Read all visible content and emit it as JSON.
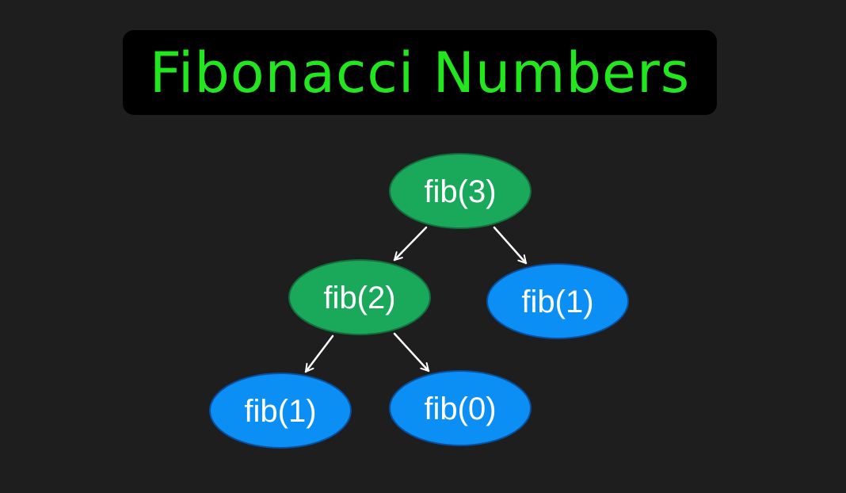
{
  "title": "Fibonacci Numbers",
  "colors": {
    "background": "#1e1e1e",
    "title_box": "#000000",
    "title_text": "#22e61e",
    "internal_node": "#1aa85a",
    "leaf_node": "#0b8ff5",
    "edge": "#ffffff"
  },
  "tree": {
    "nodes": [
      {
        "id": "n3",
        "label": "fib(3)",
        "kind": "internal"
      },
      {
        "id": "n2",
        "label": "fib(2)",
        "kind": "internal"
      },
      {
        "id": "n1a",
        "label": "fib(1)",
        "kind": "leaf"
      },
      {
        "id": "n1b",
        "label": "fib(1)",
        "kind": "leaf"
      },
      {
        "id": "n0",
        "label": "fib(0)",
        "kind": "leaf"
      }
    ],
    "edges": [
      {
        "from": "n3",
        "to": "n2"
      },
      {
        "from": "n3",
        "to": "n1a"
      },
      {
        "from": "n2",
        "to": "n1b"
      },
      {
        "from": "n2",
        "to": "n0"
      }
    ]
  }
}
